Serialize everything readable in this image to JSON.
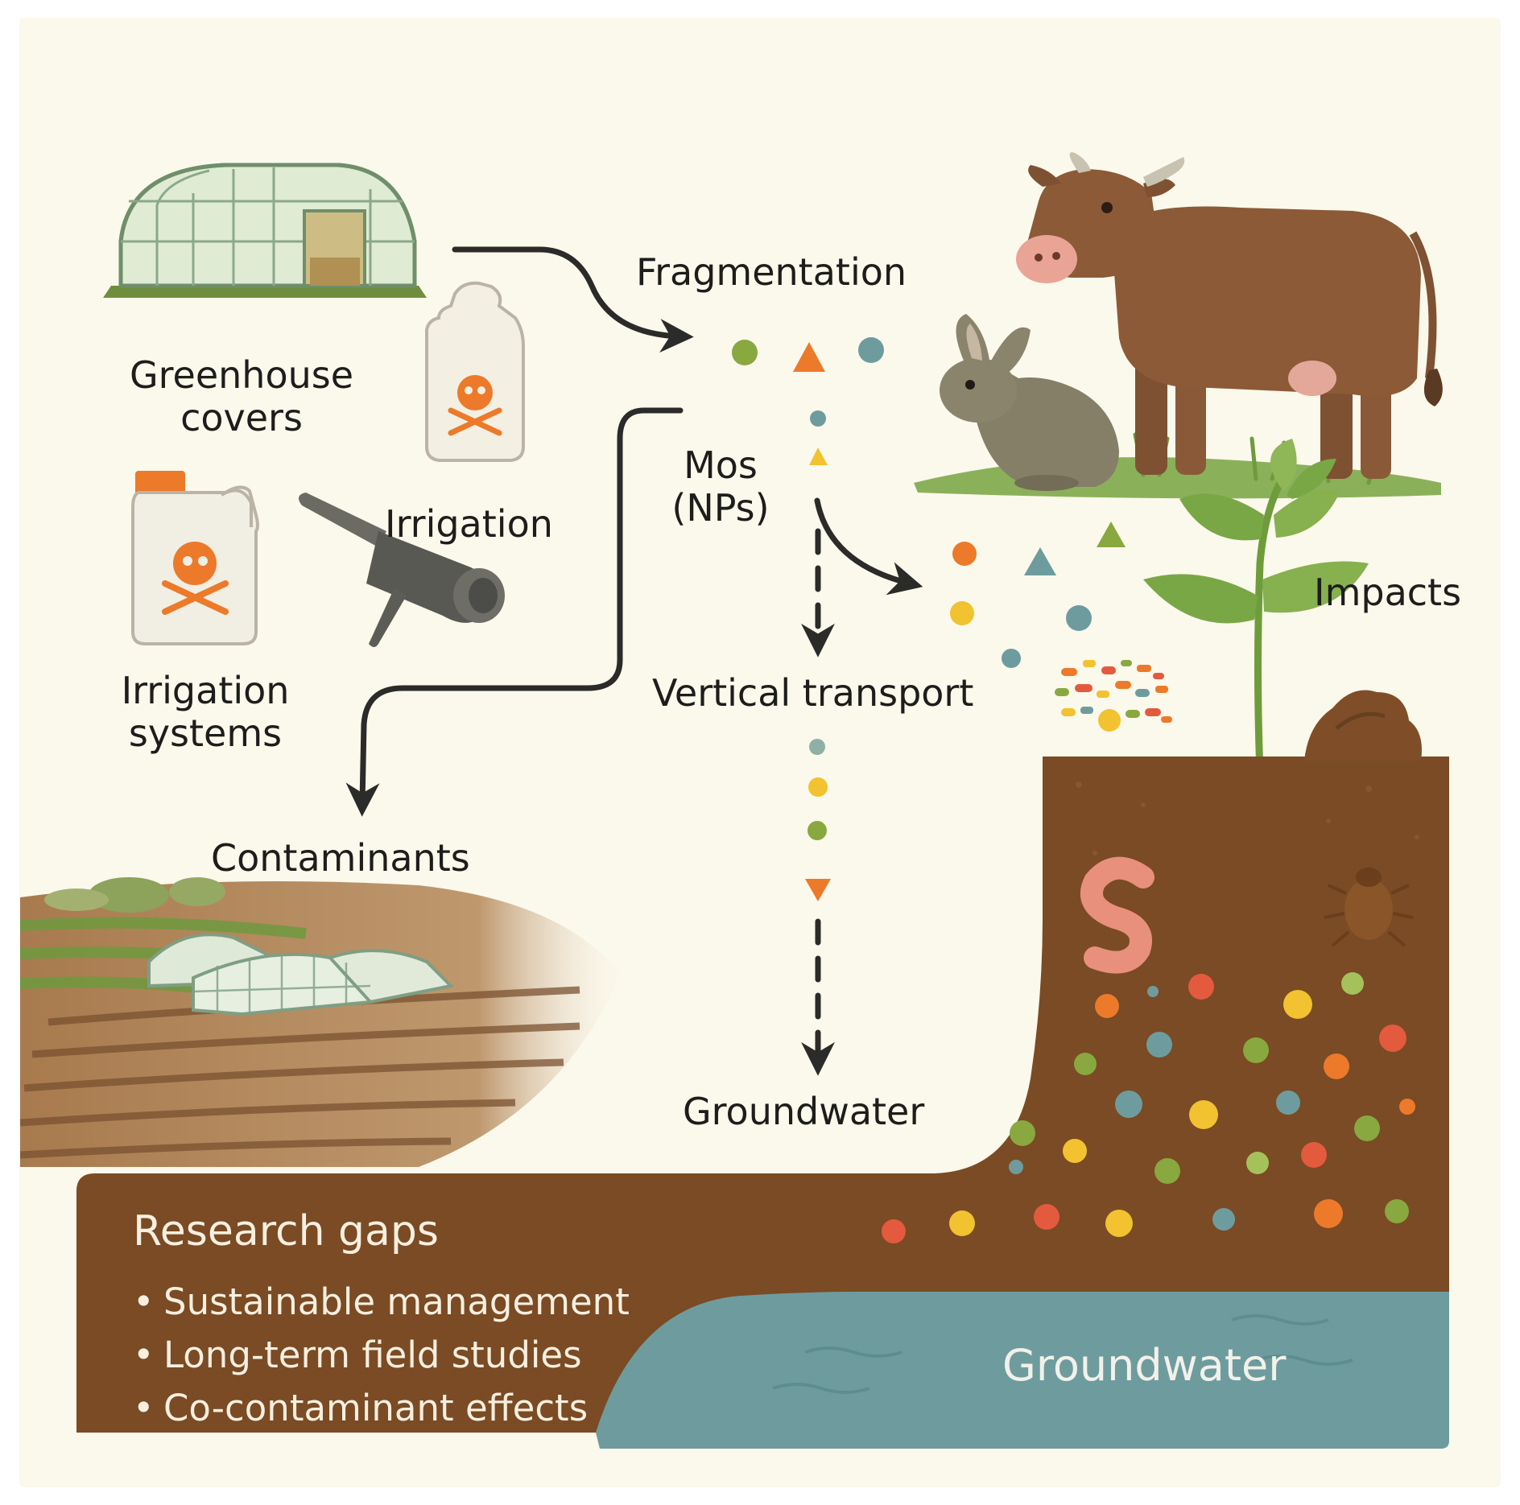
{
  "labels": {
    "greenhouse_covers": "Greenhouse\ncovers",
    "irrigation": "Irrigation",
    "irrigation_systems": "Irrigation\nsystems",
    "contaminants": "Contaminants",
    "fragmentation": "Fragmentation",
    "mos_nps": "Mos\n(NPs)",
    "vertical_transport": "Vertical transport",
    "groundwater_mid": "Groundwater",
    "impacts": "Impacts",
    "groundwater_layer": "Groundwater"
  },
  "research_gaps": {
    "title": "Research gaps",
    "items": [
      "Sustainable management",
      "Long-term field studies",
      "Co-contaminant effects"
    ]
  },
  "icons": {
    "greenhouse": "greenhouse-icon",
    "chemical_jug": "hazard-jug-icon",
    "sprinkler": "sprinkler-icon",
    "cow": "cow-icon",
    "rabbit": "rabbit-icon",
    "plant": "plant-icon",
    "earthworm": "earthworm-icon",
    "beetle": "beetle-icon",
    "field": "field-icon"
  },
  "colors": {
    "paper": "#fbf8ec",
    "soil": "#7a4b24",
    "groundwater": "#6e9c9e",
    "accent_orange": "#ec7a2a",
    "arrow": "#2b2b29"
  }
}
